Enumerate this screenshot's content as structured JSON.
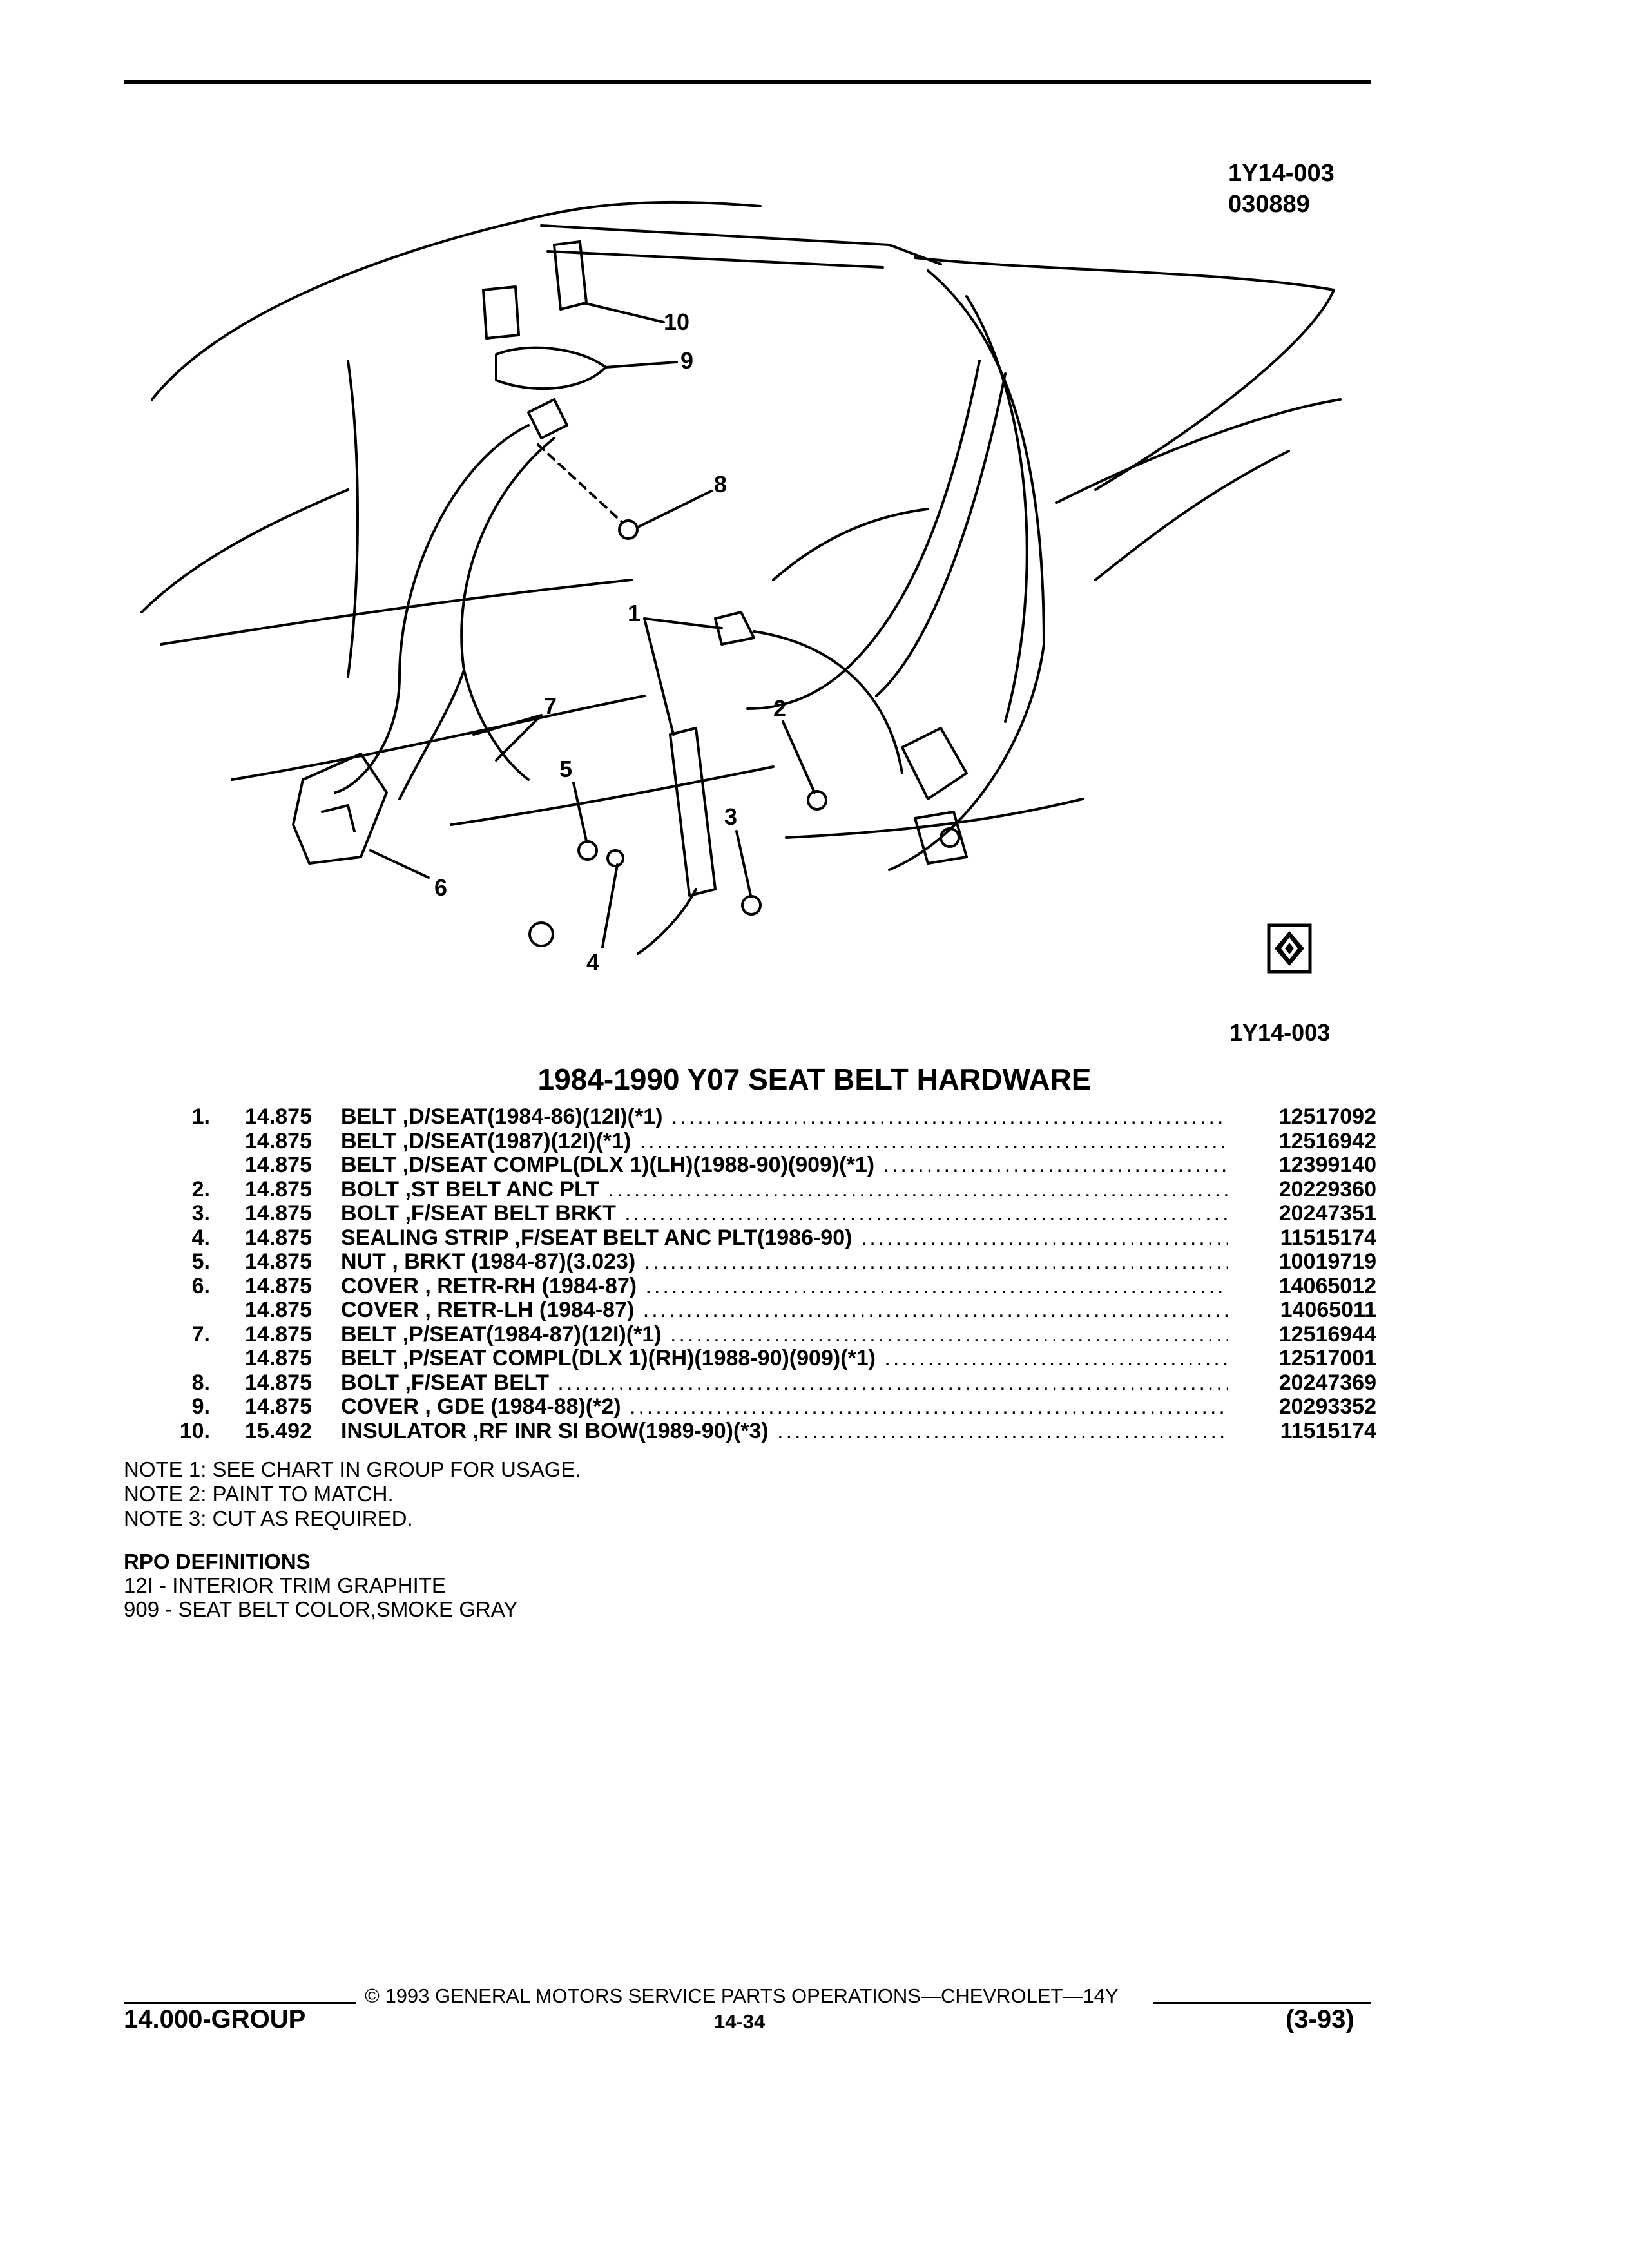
{
  "figure": {
    "id": "1Y14-003",
    "code": "030889",
    "id_bottom": "1Y14-003",
    "callouts": [
      "1",
      "2",
      "3",
      "4",
      "5",
      "6",
      "7",
      "8",
      "9",
      "10"
    ],
    "icon": "catalog-symbol-icon"
  },
  "section": {
    "title": "1984-1990 Y07 SEAT BELT HARDWARE"
  },
  "parts": [
    {
      "num": "1.",
      "group": "14.875",
      "desc": "BELT ,D/SEAT(1984-86)(12I)(*1)",
      "part_no": "12517092"
    },
    {
      "num": "",
      "group": "14.875",
      "desc": "BELT ,D/SEAT(1987)(12I)(*1)",
      "part_no": "12516942"
    },
    {
      "num": "",
      "group": "14.875",
      "desc": "BELT ,D/SEAT COMPL(DLX 1)(LH)(1988-90)(909)(*1)",
      "part_no": "12399140"
    },
    {
      "num": "2.",
      "group": "14.875",
      "desc": "BOLT ,ST BELT ANC PLT",
      "part_no": "20229360"
    },
    {
      "num": "3.",
      "group": "14.875",
      "desc": "BOLT ,F/SEAT BELT BRKT",
      "part_no": "20247351"
    },
    {
      "num": "4.",
      "group": "14.875",
      "desc": "SEALING STRIP ,F/SEAT BELT ANC PLT(1986-90)",
      "part_no": "11515174"
    },
    {
      "num": "5.",
      "group": "14.875",
      "desc": "NUT , BRKT (1984-87)(3.023)",
      "part_no": "10019719"
    },
    {
      "num": "6.",
      "group": "14.875",
      "desc": "COVER , RETR-RH (1984-87)",
      "part_no": "14065012"
    },
    {
      "num": "",
      "group": "14.875",
      "desc": "COVER , RETR-LH (1984-87)",
      "part_no": "14065011"
    },
    {
      "num": "7.",
      "group": "14.875",
      "desc": "BELT ,P/SEAT(1984-87)(12I)(*1)",
      "part_no": "12516944"
    },
    {
      "num": "",
      "group": "14.875",
      "desc": "BELT ,P/SEAT COMPL(DLX 1)(RH)(1988-90)(909)(*1)",
      "part_no": "12517001"
    },
    {
      "num": "8.",
      "group": "14.875",
      "desc": "BOLT ,F/SEAT BELT",
      "part_no": "20247369"
    },
    {
      "num": "9.",
      "group": "14.875",
      "desc": "COVER , GDE (1984-88)(*2)",
      "part_no": "20293352"
    },
    {
      "num": "10.",
      "group": "15.492",
      "desc": "INSULATOR ,RF INR SI BOW(1989-90)(*3)",
      "part_no": "11515174"
    }
  ],
  "notes": [
    "NOTE  1:  SEE CHART IN GROUP FOR USAGE.",
    "NOTE  2:  PAINT TO MATCH.",
    "NOTE  3:  CUT AS REQUIRED."
  ],
  "rpo": {
    "heading": "RPO DEFINITIONS",
    "items": [
      "12I - INTERIOR TRIM GRAPHITE",
      "909 - SEAT BELT COLOR,SMOKE GRAY"
    ]
  },
  "footer": {
    "copyright": "© 1993 GENERAL MOTORS SERVICE PARTS OPERATIONS—CHEVROLET—14Y",
    "group": "14.000-GROUP",
    "page": "14-34",
    "date": "(3-93)"
  }
}
